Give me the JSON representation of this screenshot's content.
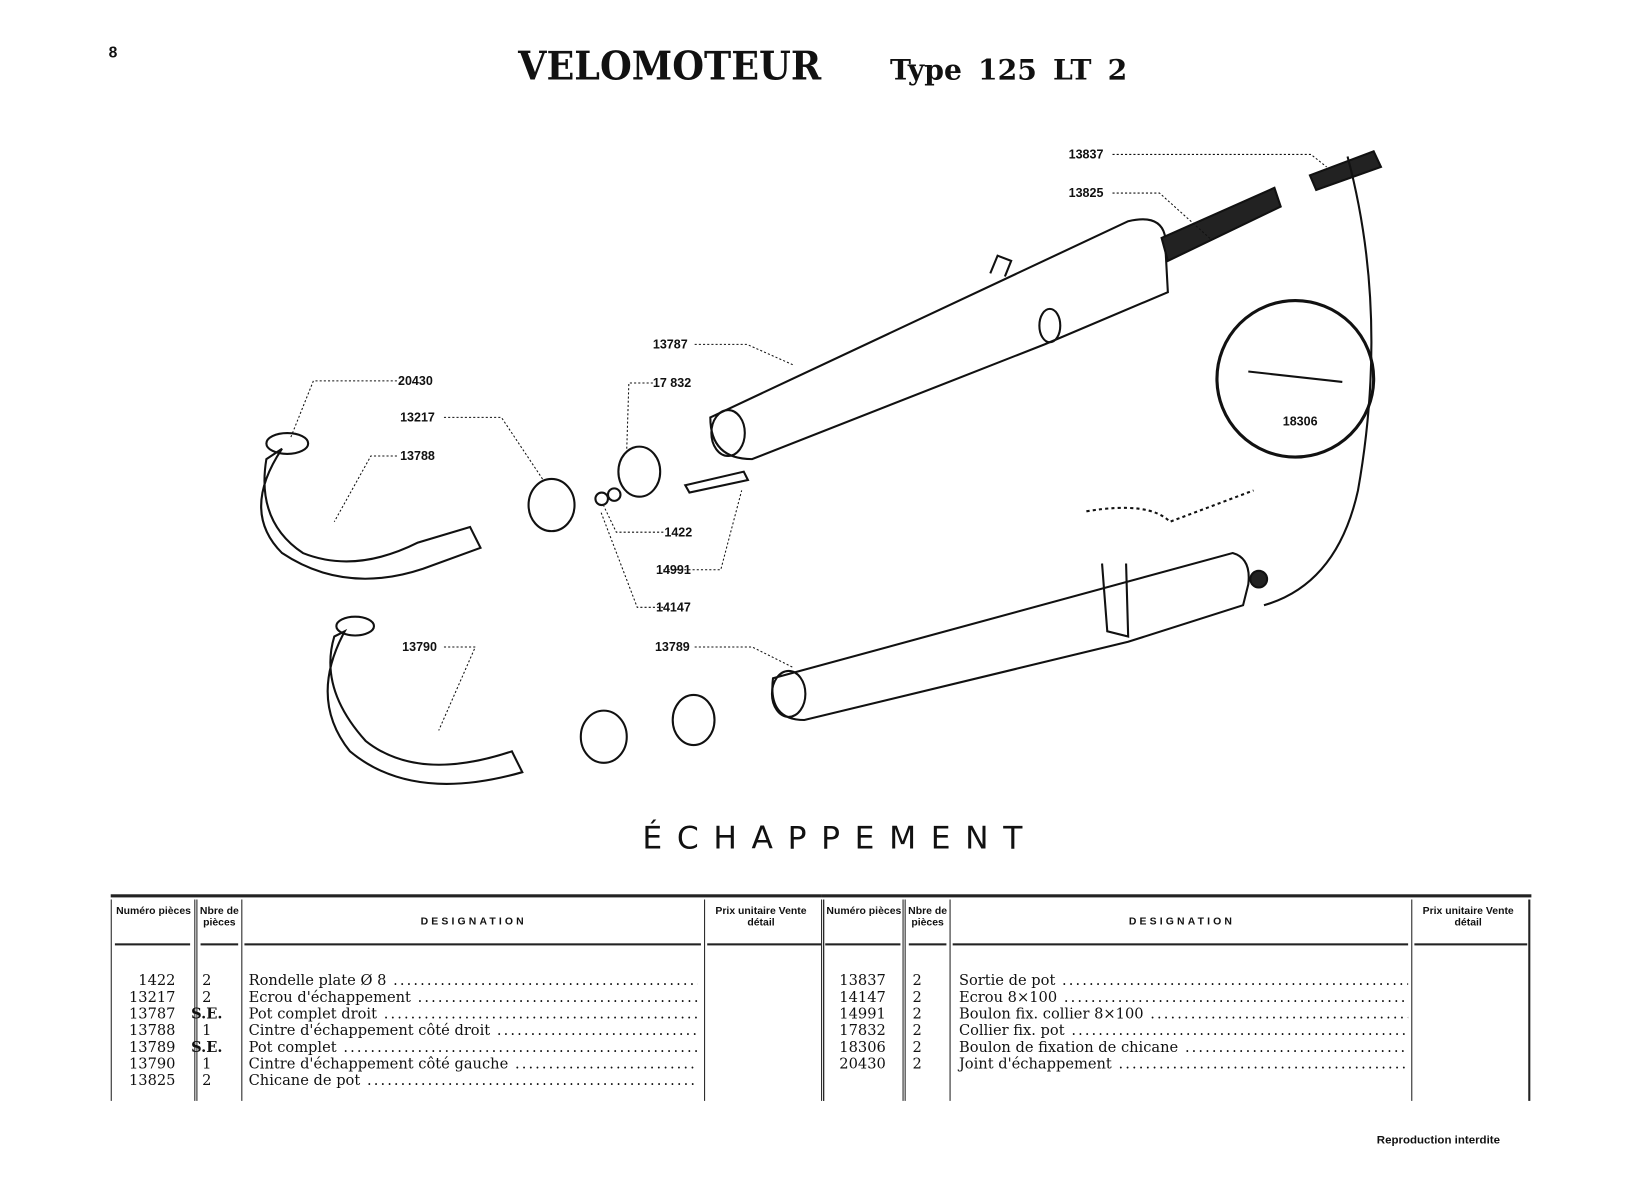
{
  "page_number": "8",
  "title": "VELOMOTEUR",
  "subtitle": "Type 125 LT 2",
  "section_title": "ÉCHAPPEMENT",
  "footer": "Reproduction interdite",
  "diagram_labels": {
    "l13837": "13837",
    "l13825": "13825",
    "l13787": "13787",
    "l17832": "17 832",
    "l20430": "20430",
    "l13217": "13217",
    "l13788": "13788",
    "l1422": "1422",
    "l14991": "14991",
    "l14147": "14147",
    "l13790": "13790",
    "l13789": "13789",
    "l18306": "18306"
  },
  "table": {
    "headers": {
      "num": "Numéro pièces",
      "qty": "Nbre de pièces",
      "designation": "DESIGNATION",
      "price": "Prix unitaire Vente détail"
    },
    "left": [
      {
        "num": "1422",
        "qty": "2",
        "designation": "Rondelle plate Ø 8"
      },
      {
        "num": "13217",
        "qty": "2",
        "designation": "Ecrou d'échappement"
      },
      {
        "num": "13787",
        "qty": "S.E.",
        "designation": "Pot complet droit"
      },
      {
        "num": "13788",
        "qty": "1",
        "designation": "Cintre d'échappement côté droit"
      },
      {
        "num": "13789",
        "qty": "S.E.",
        "designation": "Pot complet"
      },
      {
        "num": "13790",
        "qty": "1",
        "designation": "Cintre d'échappement côté gauche"
      },
      {
        "num": "13825",
        "qty": "2",
        "designation": "Chicane de pot"
      }
    ],
    "right": [
      {
        "num": "13837",
        "qty": "2",
        "designation": "Sortie de pot"
      },
      {
        "num": "14147",
        "qty": "2",
        "designation": "Ecrou 8×100"
      },
      {
        "num": "14991",
        "qty": "2",
        "designation": "Boulon fix. collier 8×100"
      },
      {
        "num": "17832",
        "qty": "2",
        "designation": "Collier fix. pot"
      },
      {
        "num": "18306",
        "qty": "2",
        "designation": "Boulon de fixation de chicane"
      },
      {
        "num": "20430",
        "qty": "2",
        "designation": "Joint d'échappement"
      }
    ]
  }
}
